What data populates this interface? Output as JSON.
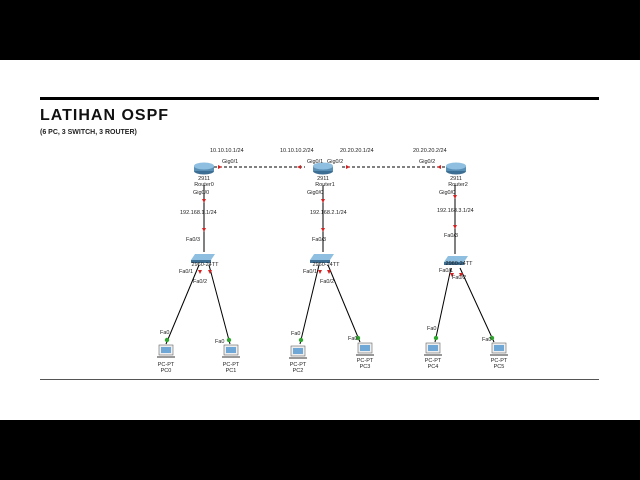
{
  "slide": {
    "title": "LATIHAN OSPF",
    "subtitle": "(6 PC, 3 SWITCH, 3 ROUTER)"
  },
  "routers": [
    {
      "id": "r0",
      "model": "2911",
      "name": "Router0"
    },
    {
      "id": "r1",
      "model": "2911",
      "name": "Router1"
    },
    {
      "id": "r2",
      "model": "2911",
      "name": "Router2"
    }
  ],
  "switches": [
    {
      "id": "s0",
      "model": "2960-24TT"
    },
    {
      "id": "s1",
      "model": "2960-24TT"
    },
    {
      "id": "s2",
      "model": "2960-24TT"
    }
  ],
  "pcs": [
    {
      "id": "pc0",
      "type": "PC-PT",
      "name": "PC0"
    },
    {
      "id": "pc1",
      "type": "PC-PT",
      "name": "PC1"
    },
    {
      "id": "pc2",
      "type": "PC-PT",
      "name": "PC2"
    },
    {
      "id": "pc3",
      "type": "PC-PT",
      "name": "PC3"
    },
    {
      "id": "pc4",
      "type": "PC-PT",
      "name": "PC4"
    },
    {
      "id": "pc5",
      "type": "PC-PT",
      "name": "PC5"
    }
  ],
  "wan_links": [
    {
      "from": "r0",
      "to": "r1",
      "from_port": "Gig0/1",
      "to_port": "Gig0/1",
      "from_ip": "10.10.10.1/24",
      "to_ip": "10.10.10.2/24"
    },
    {
      "from": "r1",
      "to": "r2",
      "from_port": "Gig0/2",
      "to_port": "Gig0/2",
      "from_ip": "20.20.20.1/24",
      "to_ip": "20.20.20.2/24"
    }
  ],
  "lan_links": [
    {
      "router": "r0",
      "switch": "s0",
      "router_port": "Gig0/0",
      "switch_port": "Fa0/3",
      "gateway": "192.168.1.1/24"
    },
    {
      "router": "r1",
      "switch": "s1",
      "router_port": "Gig0/0",
      "switch_port": "Fa0/3",
      "gateway": "192.168.2.1/24"
    },
    {
      "router": "r2",
      "switch": "s2",
      "router_port": "Gig0/0",
      "switch_port": "Fa0/3",
      "gateway": "192.168.3.1/24"
    }
  ],
  "access_links": [
    {
      "switch": "s0",
      "pc": "pc0",
      "switch_port": "Fa0/1",
      "pc_port": "Fa0"
    },
    {
      "switch": "s0",
      "pc": "pc1",
      "switch_port": "Fa0/2",
      "pc_port": "Fa0"
    },
    {
      "switch": "s1",
      "pc": "pc2",
      "switch_port": "Fa0/1",
      "pc_port": "Fa0"
    },
    {
      "switch": "s1",
      "pc": "pc3",
      "switch_port": "Fa0/2",
      "pc_port": "Fa0"
    },
    {
      "switch": "s2",
      "pc": "pc4",
      "switch_port": "Fa0/1",
      "pc_port": "Fa0"
    },
    {
      "switch": "s2",
      "pc": "pc5",
      "switch_port": "Fa0/2",
      "pc_port": "Fa0"
    }
  ],
  "colors": {
    "router": "#5a8fb5",
    "switch": "#4f89b8",
    "pc_screen": "#6fa8d6",
    "link_up": "#2fa52f",
    "link_down": "#d32020"
  }
}
